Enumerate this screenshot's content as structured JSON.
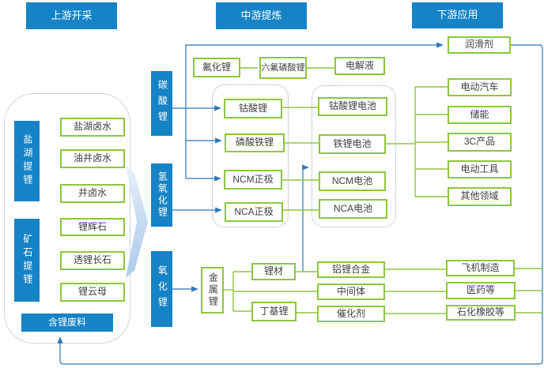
{
  "headers": {
    "upstream": "上游开采",
    "midstream": "中游提炼",
    "downstream": "下游应用"
  },
  "upstream": {
    "groups": [
      {
        "label": "盐湖提锂"
      },
      {
        "label": "矿石提锂"
      }
    ],
    "sources": [
      "盐湖卤水",
      "油井卤水",
      "井卤水",
      "锂辉石",
      "透锂长石",
      "锂云母"
    ],
    "recycle_label": "含锂废料"
  },
  "midstream": {
    "salts": [
      "碳酸锂",
      "氢氧化锂",
      "氧化锂"
    ],
    "fluoride_chain": [
      "氟化锂",
      "六氟磷酸锂",
      "电解液"
    ],
    "cathodes": [
      "钴酸锂",
      "磷酸铁锂",
      "NCM正极",
      "NCA正极"
    ],
    "batteries": [
      "钴酸锂电池",
      "铁锂电池",
      "NCM电池",
      "NCA电池"
    ],
    "metal": "金属锂",
    "metal_products": [
      "锂材",
      "丁基锂"
    ],
    "intermediates": [
      "铝锂合金",
      "中间体",
      "催化剂"
    ]
  },
  "downstream": {
    "lubricant": "润滑剂",
    "battery_apps": [
      "电动汽车",
      "储能",
      "3C产品",
      "电动工具",
      "其他领域"
    ],
    "metal_apps": [
      "飞机制造",
      "医药等",
      "石化橡胶等"
    ]
  },
  "colors": {
    "primary_blue": "#1583c5",
    "green_border": "#8dc63f",
    "line_blue": "#2e75b6",
    "line_green": "#8dc63f"
  }
}
